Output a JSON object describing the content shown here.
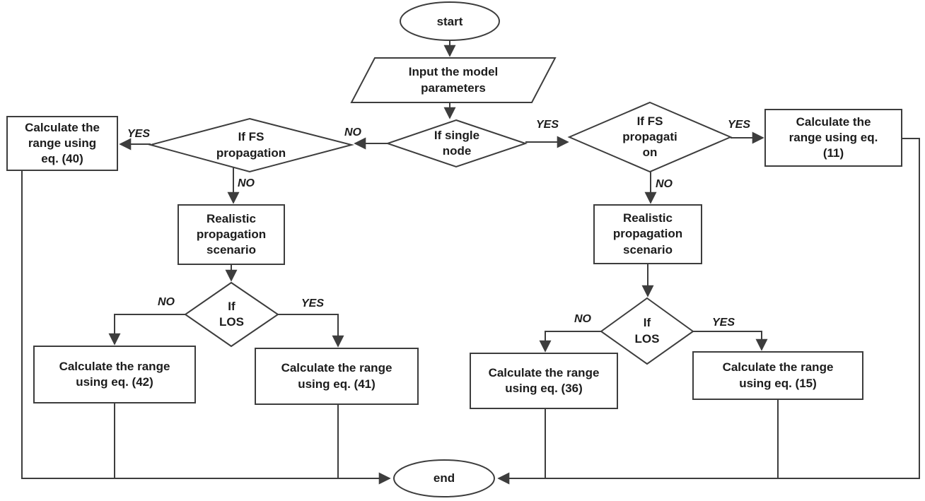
{
  "diagram_type": "flowchart",
  "colors": {
    "stroke": "#3d3d3d",
    "text": "#1c1c1c",
    "background": "#ffffff"
  },
  "nodes": {
    "start": {
      "type": "terminator",
      "lines": [
        "start"
      ]
    },
    "input_params": {
      "type": "input-output",
      "lines": [
        "Input the model",
        "parameters"
      ]
    },
    "if_single_node": {
      "type": "decision",
      "lines": [
        "If single",
        "node"
      ]
    },
    "if_fs_left": {
      "type": "decision",
      "lines": [
        "If FS",
        "propagation"
      ]
    },
    "calc_eq40": {
      "type": "process",
      "lines": [
        "Calculate the",
        "range using",
        "eq. (40)"
      ]
    },
    "realistic_left": {
      "type": "process",
      "lines": [
        "Realistic",
        "propagation",
        "scenario"
      ]
    },
    "if_los_left": {
      "type": "decision",
      "lines": [
        "If",
        "LOS"
      ]
    },
    "calc_eq42": {
      "type": "process",
      "lines": [
        "Calculate the range",
        "using eq. (42)"
      ]
    },
    "calc_eq41": {
      "type": "process",
      "lines": [
        "Calculate the range",
        "using eq. (41)"
      ]
    },
    "if_fs_right": {
      "type": "decision",
      "lines": [
        "If FS",
        "propagati",
        "on"
      ]
    },
    "calc_eq11": {
      "type": "process",
      "lines": [
        "Calculate the",
        "range using eq.",
        "(11)"
      ]
    },
    "realistic_right": {
      "type": "process",
      "lines": [
        "Realistic",
        "propagation",
        "scenario"
      ]
    },
    "if_los_right": {
      "type": "decision",
      "lines": [
        "If",
        "LOS"
      ]
    },
    "calc_eq36": {
      "type": "process",
      "lines": [
        "Calculate the range",
        "using eq. (36)"
      ]
    },
    "calc_eq15": {
      "type": "process",
      "lines": [
        "Calculate the range",
        "using eq. (15)"
      ]
    },
    "end": {
      "type": "terminator",
      "lines": [
        "end"
      ]
    }
  },
  "edge_labels": {
    "yes_to_eq40": "YES",
    "no_center_left": "NO",
    "yes_center_right": "YES",
    "no_fs_left": "NO",
    "no_fs_right": "NO",
    "yes_to_eq11": "YES",
    "no_los_left": "NO",
    "yes_los_left": "YES",
    "no_los_right": "NO",
    "yes_los_right": "YES"
  }
}
